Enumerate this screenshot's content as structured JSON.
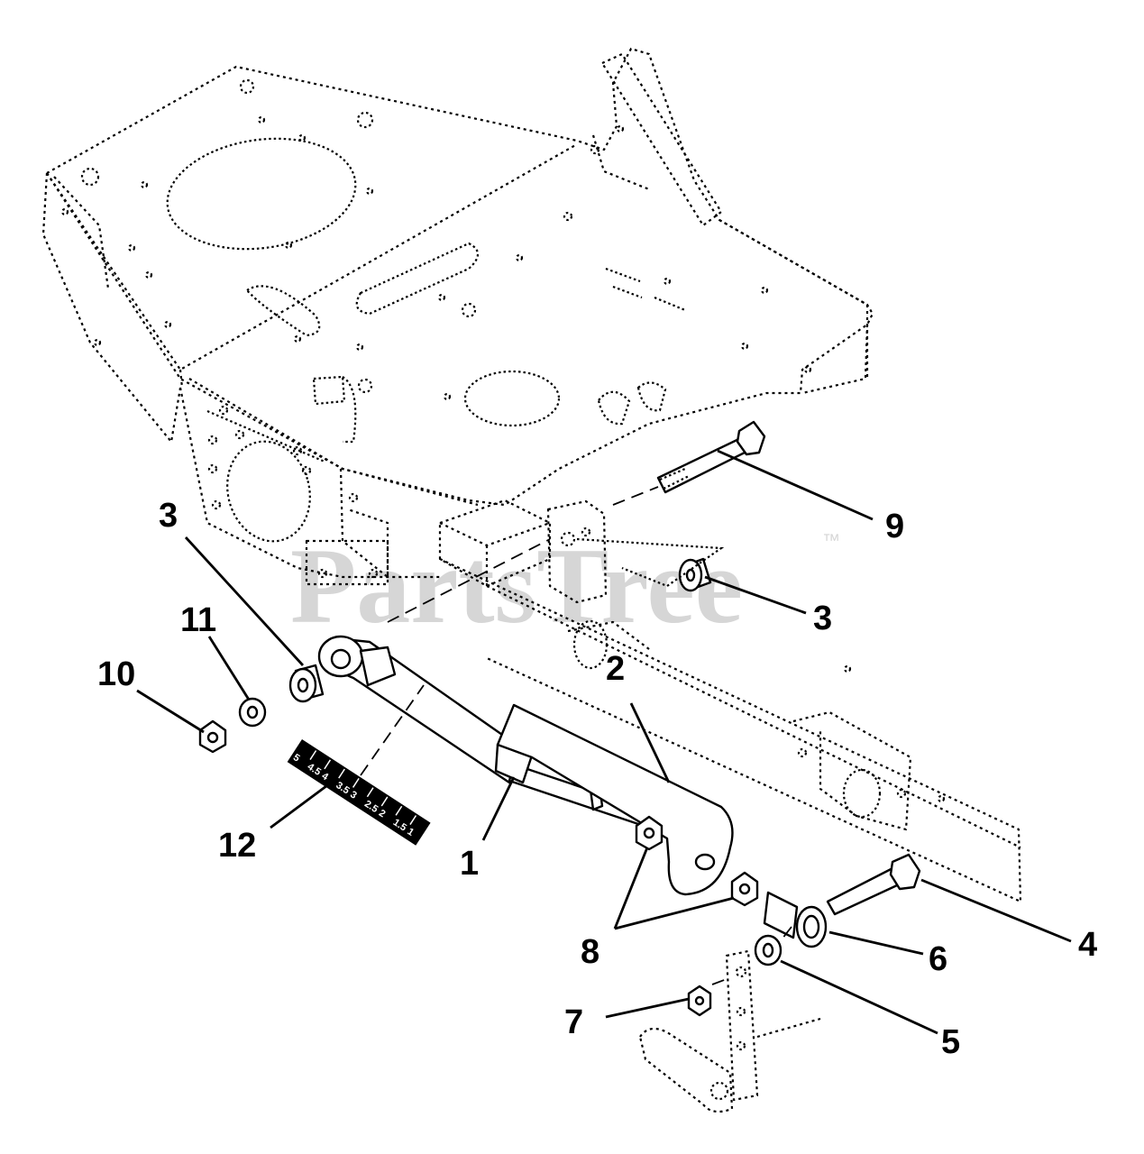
{
  "watermark": {
    "text": "PartsTree",
    "mark": "™"
  },
  "callouts": [
    {
      "id": "1",
      "label": "1"
    },
    {
      "id": "2",
      "label": "2"
    },
    {
      "id": "3a",
      "label": "3"
    },
    {
      "id": "3b",
      "label": "3"
    },
    {
      "id": "4",
      "label": "4"
    },
    {
      "id": "5",
      "label": "5"
    },
    {
      "id": "6",
      "label": "6"
    },
    {
      "id": "7",
      "label": "7"
    },
    {
      "id": "8",
      "label": "8"
    },
    {
      "id": "9",
      "label": "9"
    },
    {
      "id": "10",
      "label": "10"
    },
    {
      "id": "11",
      "label": "11"
    },
    {
      "id": "12",
      "label": "12"
    }
  ],
  "scale_sticker": {
    "marks": [
      "5",
      "4.5",
      "4",
      "3.5",
      "3",
      "2.5",
      "2",
      "1.5",
      "1"
    ]
  }
}
